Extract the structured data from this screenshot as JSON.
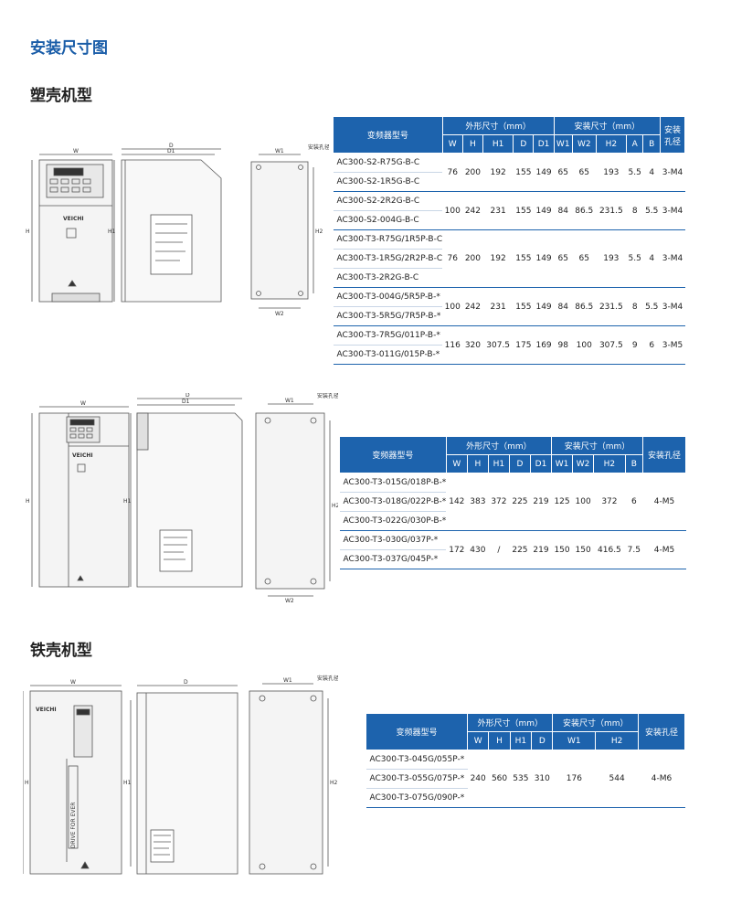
{
  "page_title": "安装尺寸图",
  "sections": {
    "plastic": "塑壳机型",
    "iron": "铁壳机型"
  },
  "drawing_labels": {
    "W": "W",
    "D": "D",
    "D1": "D1",
    "H": "H",
    "H1": "H1",
    "H2": "H2",
    "W1": "W1",
    "W2": "W2",
    "mount_hole": "安装孔径",
    "brand": "VEICHI",
    "slogan": "DRIVE FOR EVER"
  },
  "table1": {
    "headers": {
      "model": "变频器型号",
      "outer": "外形尺寸（mm）",
      "install": "安装尺寸（mm）",
      "hole": "安装孔径",
      "cols": [
        "W",
        "H",
        "H1",
        "D",
        "D1",
        "W1",
        "W2",
        "H2",
        "A",
        "B"
      ]
    },
    "groups": [
      {
        "models": [
          "AC300-S2-R75G-B-C",
          "AC300-S2-1R5G-B-C"
        ],
        "values": [
          "76",
          "200",
          "192",
          "155",
          "149",
          "65",
          "65",
          "193",
          "5.5",
          "4",
          "3-M4"
        ]
      },
      {
        "models": [
          "AC300-S2-2R2G-B-C",
          "AC300-S2-004G-B-C"
        ],
        "values": [
          "100",
          "242",
          "231",
          "155",
          "149",
          "84",
          "86.5",
          "231.5",
          "8",
          "5.5",
          "3-M4"
        ]
      },
      {
        "models": [
          "AC300-T3-R75G/1R5P-B-C",
          "AC300-T3-1R5G/2R2P-B-C",
          "AC300-T3-2R2G-B-C"
        ],
        "values": [
          "76",
          "200",
          "192",
          "155",
          "149",
          "65",
          "65",
          "193",
          "5.5",
          "4",
          "3-M4"
        ]
      },
      {
        "models": [
          "AC300-T3-004G/5R5P-B-*",
          "AC300-T3-5R5G/7R5P-B-*"
        ],
        "values": [
          "100",
          "242",
          "231",
          "155",
          "149",
          "84",
          "86.5",
          "231.5",
          "8",
          "5.5",
          "3-M4"
        ]
      },
      {
        "models": [
          "AC300-T3-7R5G/011P-B-*",
          "AC300-T3-011G/015P-B-*"
        ],
        "values": [
          "116",
          "320",
          "307.5",
          "175",
          "169",
          "98",
          "100",
          "307.5",
          "9",
          "6",
          "3-M5"
        ]
      }
    ]
  },
  "table2": {
    "headers": {
      "model": "变频器型号",
      "outer": "外形尺寸（mm）",
      "install": "安装尺寸（mm）",
      "hole": "安装孔径",
      "cols": [
        "W",
        "H",
        "H1",
        "D",
        "D1",
        "W1",
        "W2",
        "H2",
        "B"
      ]
    },
    "groups": [
      {
        "models": [
          "AC300-T3-015G/018P-B-*",
          "AC300-T3-018G/022P-B-*",
          "AC300-T3-022G/030P-B-*"
        ],
        "values": [
          "142",
          "383",
          "372",
          "225",
          "219",
          "125",
          "100",
          "372",
          "6",
          "4-M5"
        ]
      },
      {
        "models": [
          "AC300-T3-030G/037P-*",
          "AC300-T3-037G/045P-*"
        ],
        "values": [
          "172",
          "430",
          "/",
          "225",
          "219",
          "150",
          "150",
          "416.5",
          "7.5",
          "4-M5"
        ]
      }
    ]
  },
  "table3": {
    "headers": {
      "model": "变频器型号",
      "outer": "外形尺寸（mm）",
      "install": "安装尺寸（mm）",
      "hole": "安装孔径",
      "cols": [
        "W",
        "H",
        "H1",
        "D",
        "W1",
        "H2"
      ]
    },
    "groups": [
      {
        "models": [
          "AC300-T3-045G/055P-*",
          "AC300-T3-055G/075P-*",
          "AC300-T3-075G/090P-*"
        ],
        "values": [
          "240",
          "560",
          "535",
          "310",
          "176",
          "544",
          "4-M6"
        ]
      }
    ]
  }
}
